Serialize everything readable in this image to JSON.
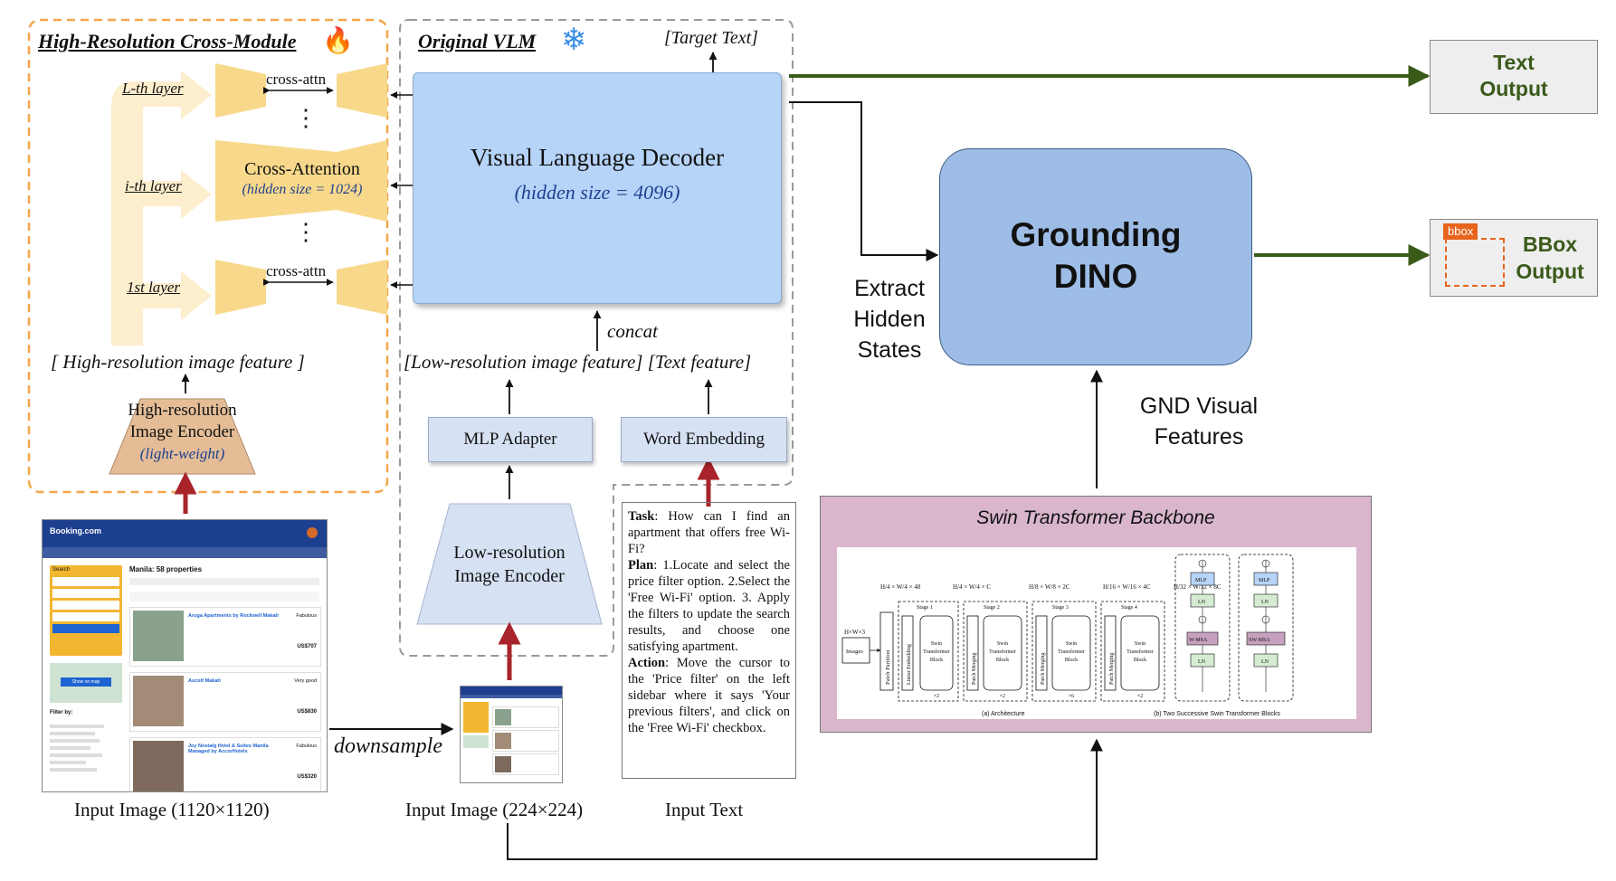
{
  "cross_module": {
    "title": "High-Resolution Cross-Module",
    "layers": [
      "L-th layer",
      "i-th layer",
      "1st layer"
    ],
    "cross_attn_top": "cross-attn",
    "cross_attn_bottom": "cross-attn",
    "cross_attention_title": "Cross-Attention",
    "cross_attention_sub": "(hidden size = 1024)",
    "feature_label": "[ High-resolution image feature ]",
    "encoder_line1": "High-resolution",
    "encoder_line2": "Image Encoder",
    "encoder_line3": "(light-weight)"
  },
  "vlm": {
    "title": "Original VLM",
    "target_text": "[Target Text]",
    "decoder_title": "Visual Language Decoder",
    "decoder_sub": "(hidden size = 4096)",
    "concat": "concat",
    "features_label": "[Low-resolution image feature] [Text feature]",
    "mlp_adapter": "MLP Adapter",
    "word_embedding": "Word Embedding",
    "low_encoder_line1": "Low-resolution",
    "low_encoder_line2": "Image Encoder"
  },
  "task_text": {
    "task_label": "Task",
    "task": ": How can I find an apartment that offers free Wi-Fi?",
    "plan_label": "Plan",
    "plan": ": 1.Locate and select the price filter option. 2.Select the 'Free Wi-Fi' option. 3. Apply the filters to update the search results, and choose one satisfying apartment.",
    "action_label": "Action",
    "action": ": Move the cursor to the 'Price filter' on the left sidebar where it says 'Your previous filters', and click on the 'Free Wi-Fi' checkbox."
  },
  "captions": {
    "input_large": "Input Image (1120×1120)",
    "input_small": "Input Image (224×224)",
    "input_text": "Input Text",
    "downsample": "downsample"
  },
  "right": {
    "text_output_line1": "Text",
    "text_output_line2": "Output",
    "bbox_tag": "bbox",
    "bbox_output_line1": "BBox",
    "bbox_output_line2": "Output",
    "grounding_line1": "Grounding",
    "grounding_line2": "DINO",
    "extract_line1": "Extract",
    "extract_line2": "Hidden",
    "extract_line3": "States",
    "gnd_line1": "GND Visual",
    "gnd_line2": "Features",
    "swin_title": "Swin Transformer Backbone"
  },
  "swin": {
    "input_dim": "H×W×3",
    "images": "Images",
    "patch_partition": "Patch Partition",
    "linear_embedding": "Linear Embedding",
    "patch_merging": "Patch Merging",
    "stages": [
      "Stage 1",
      "Stage 2",
      "Stage 3",
      "Stage 4"
    ],
    "block_line1": "Swin",
    "block_line2": "Transformer",
    "block_line3": "Block",
    "repeats": [
      "×2",
      "×2",
      "×6",
      "×2"
    ],
    "dims": [
      "H/4 × W/4 × 48",
      "H/4 × W/4 × C",
      "H/8 × W/8 × 2C",
      "H/16 × W/16 × 4C",
      "H/32 × W/32 × 8C"
    ],
    "caption_a": "(a) Architecture",
    "caption_b": "(b) Two Successive Swin Transformer Blocks",
    "mlp": "MLP",
    "ln": "LN",
    "wmsa": "W-MSA",
    "swmsa": "SW-MSA"
  },
  "screenshot": {
    "brand": "Booking.com",
    "heading": "Manila: 58 properties",
    "search": "Search",
    "filter_by": "Filter by:",
    "hotel1": "Aruga Apartments by Rockwell Makati",
    "hotel2": "Ascott Makati",
    "hotel3": "Joy Nostalg Hotel & Suites Manila Managed by AccorHotels",
    "score1": "Fabulous",
    "score2": "Very good",
    "score3": "Fabulous",
    "price1": "US$707",
    "price2": "US$830",
    "price3": "US$320",
    "map_label": "Show on map"
  },
  "colors": {
    "panel_orange": "#f4a64a",
    "decoder_blue": "#b6d4f8",
    "grounding_blue": "#9dbde6",
    "swin_pink": "#d9b6cc",
    "arrow_green": "#3a5a1a",
    "arrow_red": "#a8242a",
    "encoder_tan": "#e4bd97",
    "cross_yellow": "#f8d98b"
  }
}
